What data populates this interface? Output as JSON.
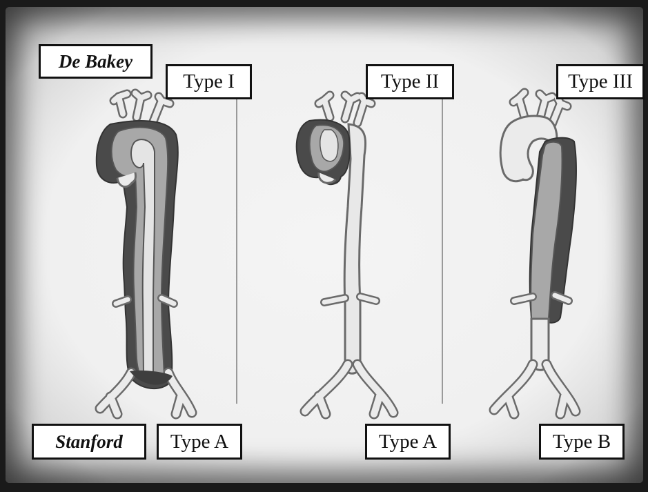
{
  "classifications": {
    "debakey_label": "De Bakey",
    "stanford_label": "Stanford"
  },
  "panels": [
    {
      "debakey_type": "Type I",
      "stanford_type": "Type A"
    },
    {
      "debakey_type": "Type II",
      "stanford_type": "Type A"
    },
    {
      "debakey_type": "Type III",
      "stanford_type": "Type B"
    }
  ],
  "colors": {
    "true_lumen": "#ebebeb",
    "false_lumen_light": "#a9a9a9",
    "false_lumen_dark": "#4a4a4a",
    "outline": "#6a6a6a"
  }
}
